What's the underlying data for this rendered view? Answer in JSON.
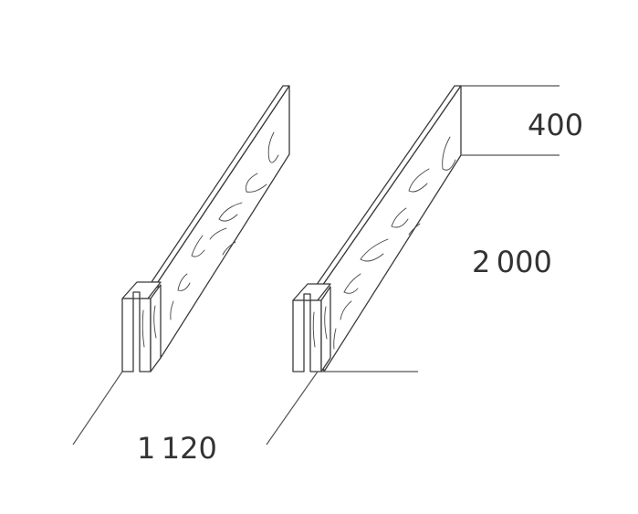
{
  "dimensions": {
    "height": "400",
    "length": "2 000",
    "depth": "1 120"
  },
  "colors": {
    "line": "#3a3a3a",
    "text": "#333333",
    "background": "#ffffff"
  }
}
